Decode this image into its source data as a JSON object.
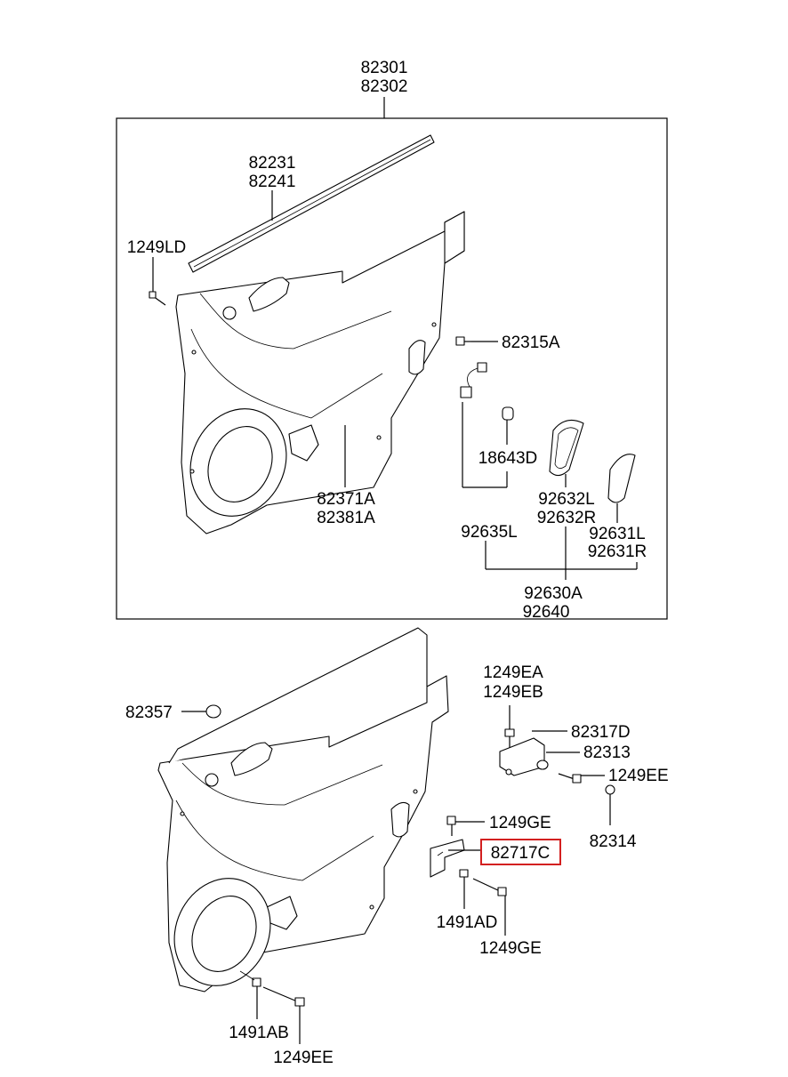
{
  "labels": {
    "assy_82301": "82301",
    "assy_82302": "82302",
    "trim_82231": "82231",
    "trim_82241": "82241",
    "screw_1249LD": "1249LD",
    "clip_82315A": "82315A",
    "bulb_18643D": "18643D",
    "panel_82371A": "82371A",
    "panel_82381A": "82381A",
    "lamp_92632L": "92632L",
    "lamp_92632R": "92632R",
    "wiring_92635L": "92635L",
    "lens_92631L": "92631L",
    "lens_92631R": "92631R",
    "lamp_assy_92630A": "92630A",
    "lamp_assy_92640": "92640",
    "cap_82357": "82357",
    "bolt_1249EA": "1249EA",
    "bolt_1249EB": "1249EB",
    "bracket_82317D": "82317D",
    "nut_82313": "82313",
    "bolt_1249EE_upper": "1249EE",
    "plug_82314": "82314",
    "screw_1249GE_upper": "1249GE",
    "bracket_82717C": "82717C",
    "nut_1491AD": "1491AD",
    "screw_1249GE_lower": "1249GE",
    "nut_1491AB": "1491AB",
    "bolt_1249EE_lower": "1249EE"
  },
  "highlight": {
    "part": "82717C",
    "color": "#d32020"
  }
}
